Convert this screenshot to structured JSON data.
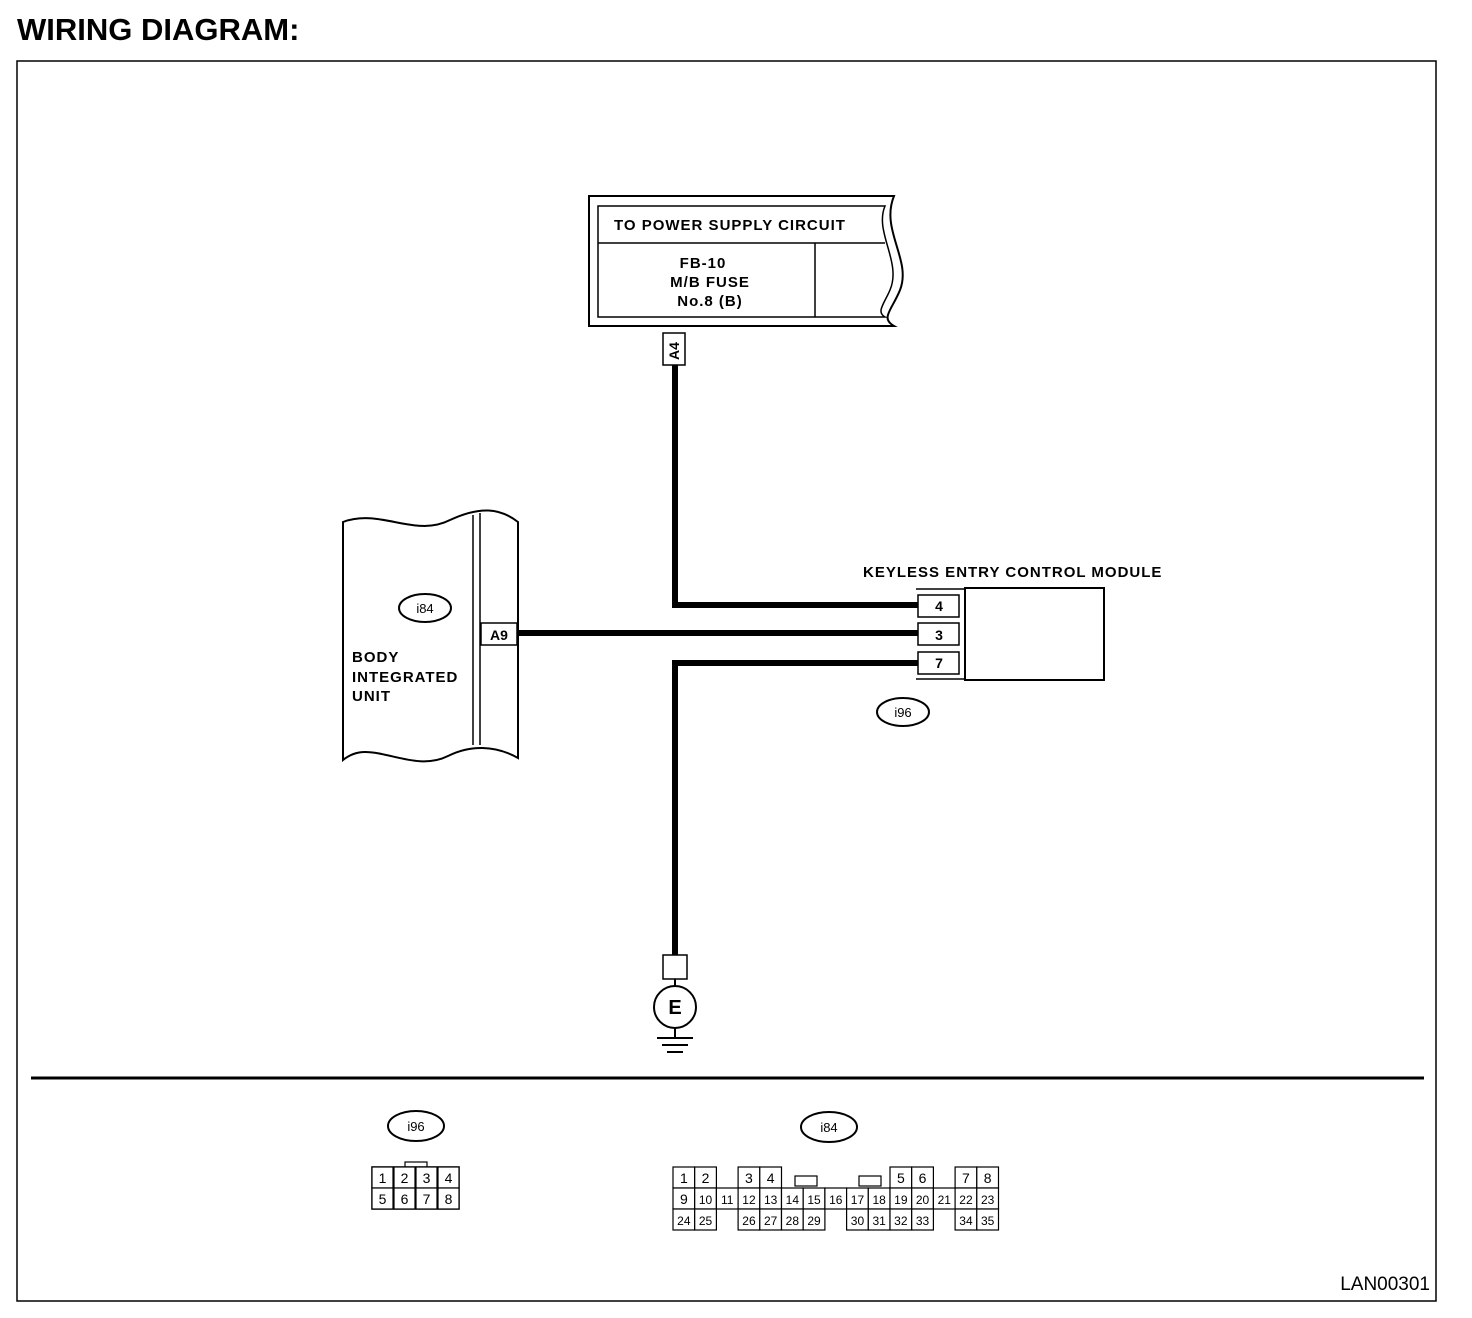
{
  "title": "WIRING DIAGRAM:",
  "power_supply": {
    "header": "TO POWER SUPPLY CIRCUIT",
    "fuse_line1": "FB-10",
    "fuse_line2": "M/B FUSE",
    "fuse_line3": "No.8 (B)",
    "terminal": "A4"
  },
  "body_unit": {
    "connector_id": "i84",
    "line1": "BODY",
    "line2": "INTEGRATED",
    "line3": "UNIT",
    "terminal": "A9"
  },
  "keyless_module": {
    "label": "KEYLESS ENTRY CONTROL MODULE",
    "connector_id": "i96",
    "pins": [
      "4",
      "3",
      "7"
    ]
  },
  "ground": {
    "label": "E"
  },
  "connector_views": {
    "i96": {
      "id": "i96",
      "row1": [
        "1",
        "2",
        "3",
        "4"
      ],
      "row2": [
        "5",
        "6",
        "7",
        "8"
      ]
    },
    "i84": {
      "id": "i84",
      "row1": [
        "1",
        "2",
        "3",
        "4",
        "5",
        "6",
        "7",
        "8"
      ],
      "row2": [
        "9",
        "10",
        "11",
        "12",
        "13",
        "14",
        "15",
        "16",
        "17",
        "18",
        "19",
        "20",
        "21",
        "22",
        "23"
      ],
      "row3": [
        "24",
        "25",
        "26",
        "27",
        "28",
        "29",
        "30",
        "31",
        "32",
        "33",
        "34",
        "35"
      ]
    }
  },
  "figure_code": "LAN00301",
  "colors": {
    "line": "#000000",
    "background": "#ffffff"
  }
}
